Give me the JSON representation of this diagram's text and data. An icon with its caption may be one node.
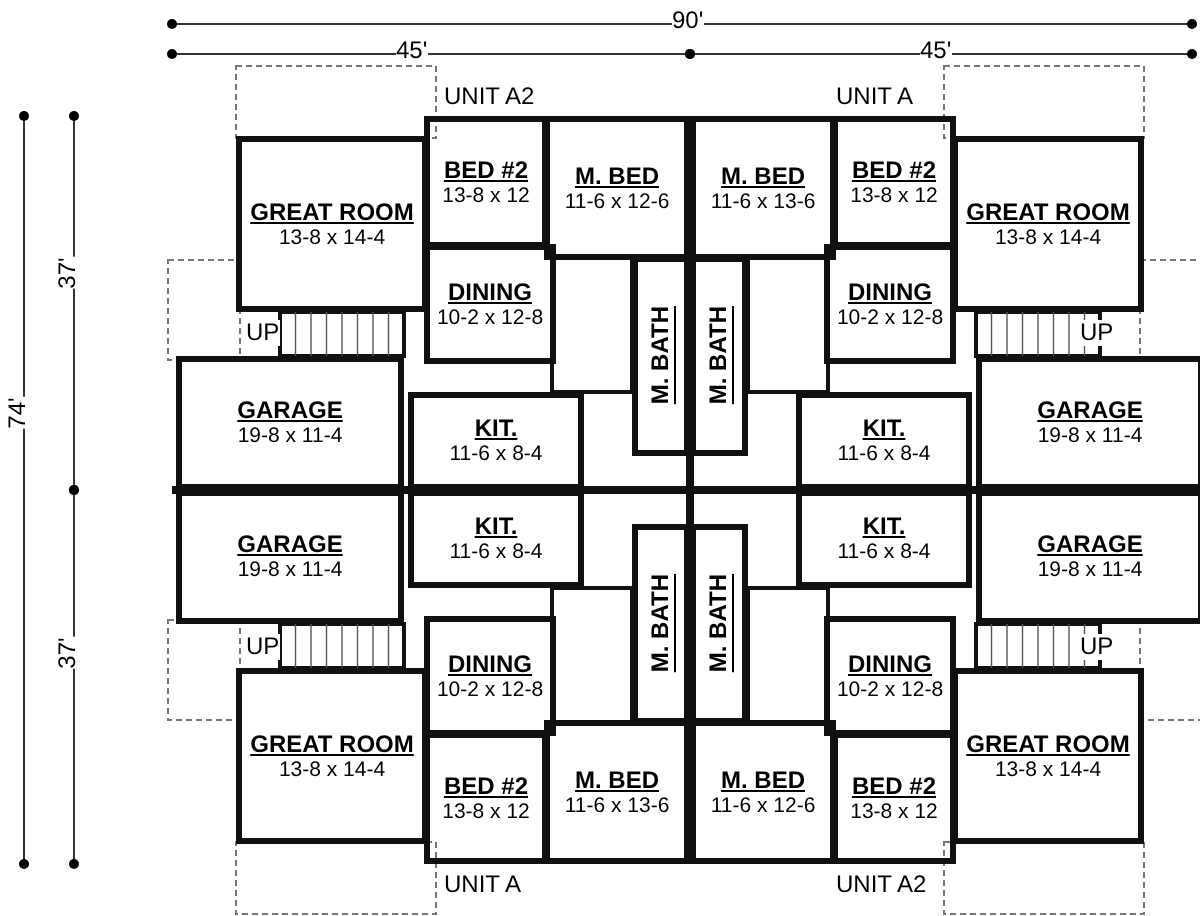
{
  "diagram": {
    "nodes": [
      {
        "text": [
          "GREAT ROOM",
          "13-8 x 14-4"
        ]
      },
      {
        "text": [
          "BED #2",
          "13-8 x 12"
        ]
      },
      {
        "text": [
          "M. BED",
          "11-6 x 12-6"
        ]
      },
      {
        "text": [
          "DINING",
          "10-2 x 12-8"
        ]
      },
      {
        "text": [
          "M. BATH"
        ]
      },
      {
        "text": [
          "GARAGE",
          "19-8 x 11-4"
        ]
      },
      {
        "text": [
          "KIT.",
          "11-6 x 8-4"
        ]
      },
      {
        "text": [
          "GREAT ROOM",
          "13-8 x 14-4"
        ]
      },
      {
        "text": [
          "BED #2",
          "13-8 x 12"
        ]
      },
      {
        "text": [
          "M. BED",
          "11-6 x 13-6"
        ]
      },
      {
        "text": [
          "DINING",
          "10-2 x 12-8"
        ]
      },
      {
        "text": [
          "M. BATH"
        ]
      },
      {
        "text": [
          "GARAGE",
          "19-8 x 11-4"
        ]
      },
      {
        "text": [
          "KIT.",
          "11-6 x 8-4"
        ]
      },
      {
        "text": [
          "GREAT ROOM",
          "13-8 x 14-4"
        ]
      },
      {
        "text": [
          "BED #2",
          "13-8 x 12"
        ]
      },
      {
        "text": [
          "M. BED",
          "11-6 x 13-6"
        ]
      },
      {
        "text": [
          "DINING",
          "10-2 x 12-8"
        ]
      },
      {
        "text": [
          "M. BATH"
        ]
      },
      {
        "text": [
          "GARAGE",
          "19-8 x 11-4"
        ]
      },
      {
        "text": [
          "KIT.",
          "11-6 x 8-4"
        ]
      },
      {
        "text": [
          "GREAT ROOM",
          "13-8 x 14-4"
        ]
      },
      {
        "text": [
          "BED #2",
          "13-8 x 12"
        ]
      },
      {
        "text": [
          "M. BED",
          "11-6 x 12-6"
        ]
      },
      {
        "text": [
          "DINING",
          "10-2 x 12-8"
        ]
      },
      {
        "text": [
          "M. BATH"
        ]
      },
      {
        "text": [
          "GARAGE",
          "19-8 x 11-4"
        ]
      },
      {
        "text": [
          "KIT.",
          "11-6 x 8-4"
        ]
      }
    ],
    "edges": [],
    "labels": [
      "90'",
      "45'",
      "45'",
      "UNIT A2",
      "UNIT A",
      "74'",
      "37'",
      "UP",
      "UP",
      "37'",
      "UP",
      "UP",
      "UNIT A",
      "UNIT A2"
    ]
  }
}
